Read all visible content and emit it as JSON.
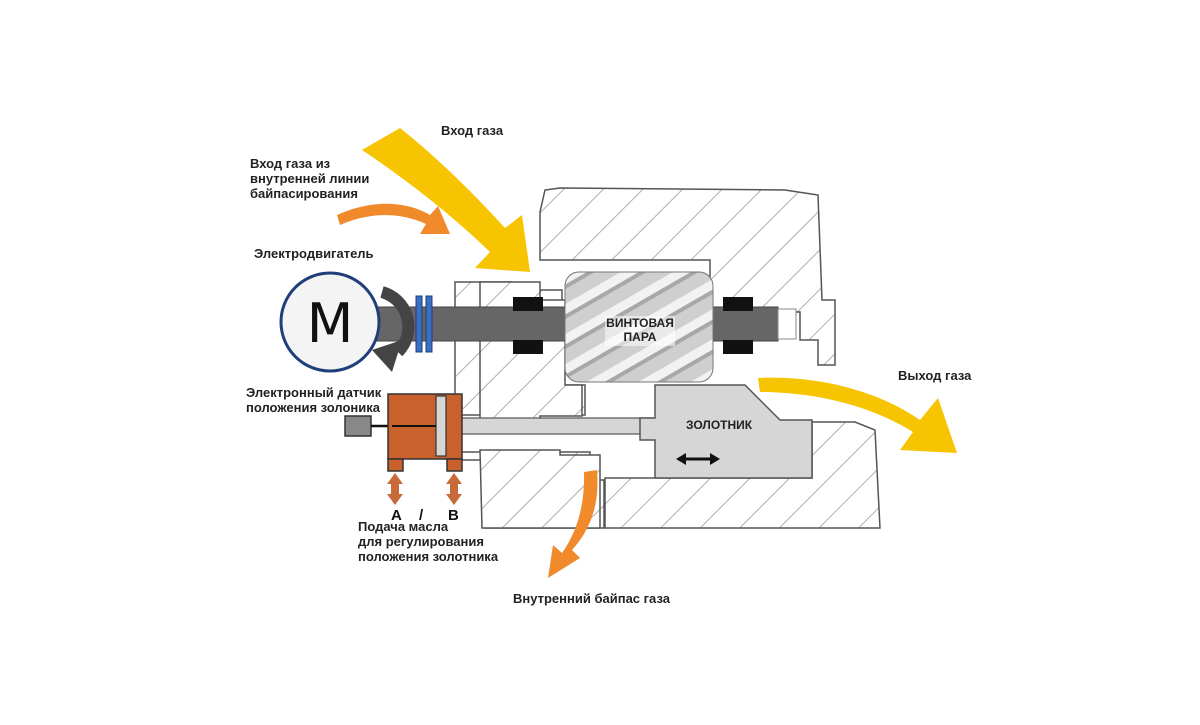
{
  "labels": {
    "gas_inlet": "Вход газа",
    "bypass_inlet": [
      "Вход газа из",
      "внутренней линии",
      "байпасирования"
    ],
    "motor": "Электродвигатель",
    "motor_symbol": "M",
    "sensor": [
      "Электронный датчик",
      "положения золоника"
    ],
    "screw_pair": [
      "ВИНТОВАЯ",
      "ПАРА"
    ],
    "slide_valve": "ЗОЛОТНИК",
    "gas_outlet": "Выход газа",
    "port_a": "A",
    "port_separator": "/",
    "port_b": "B",
    "oil_supply": [
      "Подача масла",
      "для регулирования",
      "положения золотника"
    ],
    "internal_bypass": "Внутренний байпас газа"
  },
  "colors": {
    "gas_arrow": "#f6c400",
    "bypass_arrow": "#f08a2a",
    "oil_arrow": "#c8693a",
    "piston": "#c8612c",
    "housing_stroke": "#555555",
    "hatch": "#9a9a9a",
    "shaft": "#666666",
    "slide": "#d6d6d6",
    "seal": "#111111",
    "coupling": "#3a6fc0"
  },
  "icons": [
    "motor-symbol",
    "rotation-arrow-icon",
    "double-arrow-icon",
    "sensor-icon"
  ]
}
